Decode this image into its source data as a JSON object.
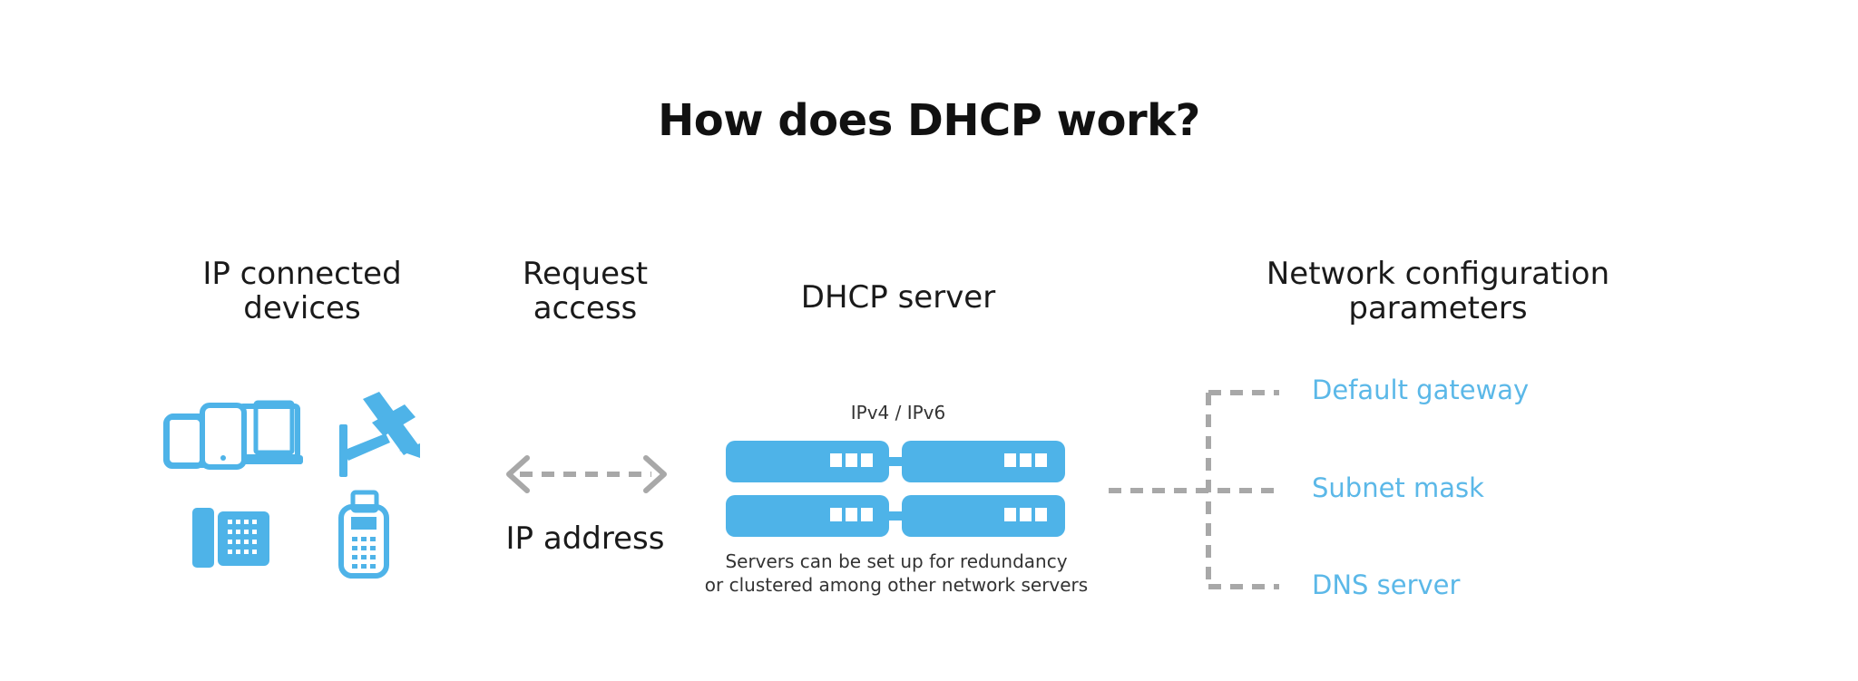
{
  "title": "How does DHCP work?",
  "columns": {
    "devices": "IP connected\ndevices",
    "request": "Request\naccess",
    "server": "DHCP server",
    "params": "Network configuration\nparameters"
  },
  "arrow_label": "IP address",
  "server_protocol": "IPv4 / IPv6",
  "server_note": "Servers can be set up for redundancy\nor clustered among other network servers",
  "parameters": [
    "Default gateway",
    "Subnet mask",
    "DNS server"
  ],
  "colors": {
    "accent": "#4eb3e8",
    "param_text": "#5bb8e8",
    "connector": "#a8a8a8",
    "text": "#1a1a1a"
  },
  "icons": [
    "devices-icon",
    "security-camera-icon",
    "desk-phone-icon",
    "card-terminal-icon",
    "server-rack-icon"
  ]
}
